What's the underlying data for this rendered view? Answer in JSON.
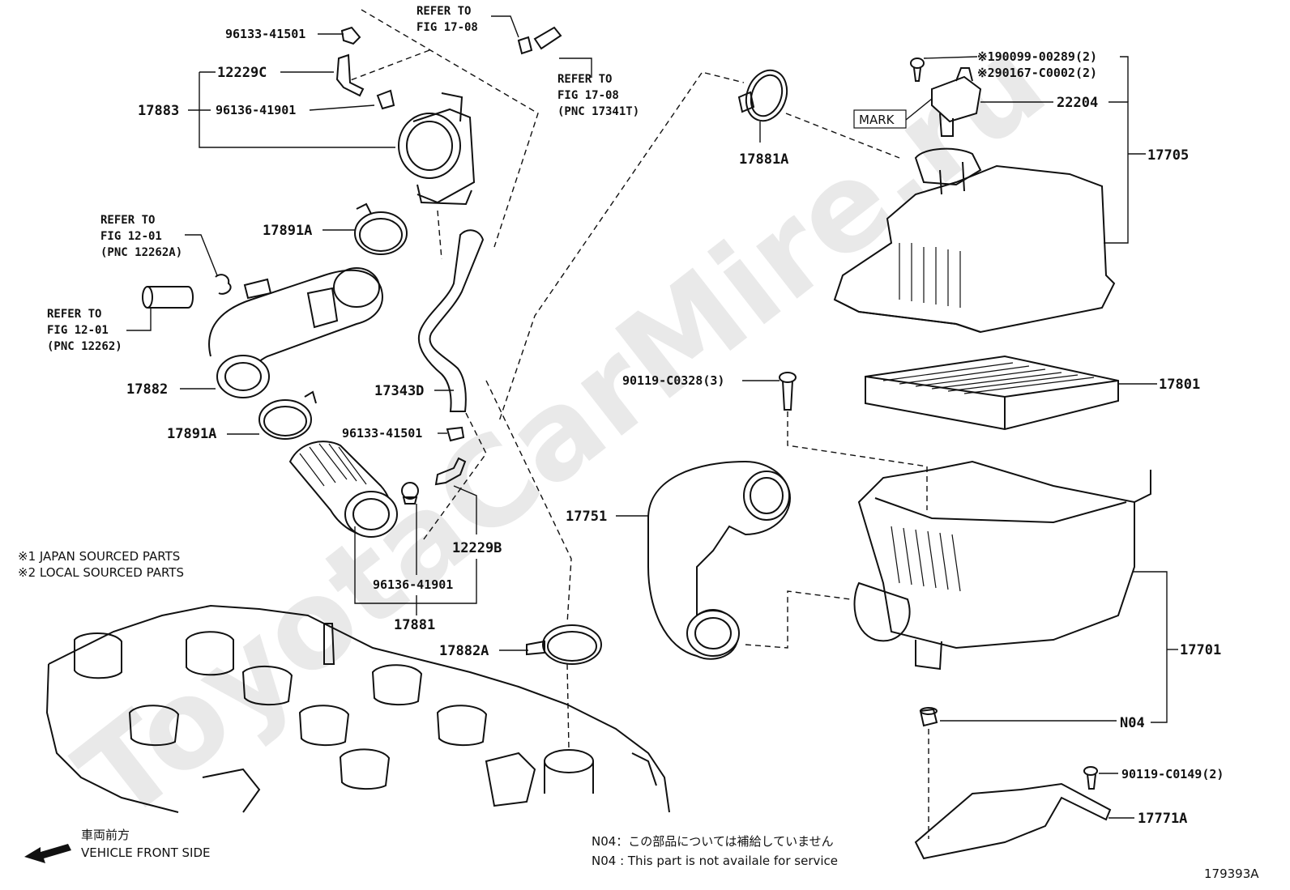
{
  "watermark": "ToyotaCarMire.ru",
  "labels": {
    "p96133_41501_top": "96133-41501",
    "p12229C": "12229C",
    "p17883": "17883",
    "p96136_41901_top": "96136-41901",
    "ref_fig1708_a_line1": "REFER TO",
    "ref_fig1708_a_line2": "FIG 17-08",
    "ref_fig1708_b_line1": "REFER TO",
    "ref_fig1708_b_line2": "FIG 17-08",
    "ref_fig1708_b_line3": "(PNC 17341T)",
    "ref_fig1201_a_line1": "REFER TO",
    "ref_fig1201_a_line2": "FIG 12-01",
    "ref_fig1201_a_line3": "(PNC 12262A)",
    "ref_fig1201_b_line1": "REFER TO",
    "ref_fig1201_b_line2": "FIG 12-01",
    "ref_fig1201_b_line3": "(PNC 12262)",
    "p17891A_top": "17891A",
    "p17882": "17882",
    "p17891A_bottom": "17891A",
    "p17343D": "17343D",
    "p96133_41501_mid": "96133-41501",
    "p12229B": "12229B",
    "p96136_41901_bottom": "96136-41901",
    "p17881": "17881",
    "p17882A": "17882A",
    "p17751": "17751",
    "p90119_C0328": "90119-C0328(3)",
    "p17881A": "17881A",
    "p190099": "※190099-00289(2)",
    "p290167": "※290167-C0002(2)",
    "mark": "MARK",
    "p22204": "22204",
    "p17705": "17705",
    "p17801": "17801",
    "p17701": "17701",
    "pN04": "N04",
    "p90119_C0149": "90119-C0149(2)",
    "p17771A": "17771A"
  },
  "notes": {
    "japan_sourced": "※1 JAPAN SOURCED PARTS",
    "local_sourced": "※2 LOCAL SOURCED PARTS",
    "front_jp": "車両前方",
    "front_en": "VEHICLE FRONT SIDE",
    "n04_jp": "N04：この部品については補給していません",
    "n04_en": "N04 : This part is not availale for service",
    "figure_id": "179393A"
  }
}
